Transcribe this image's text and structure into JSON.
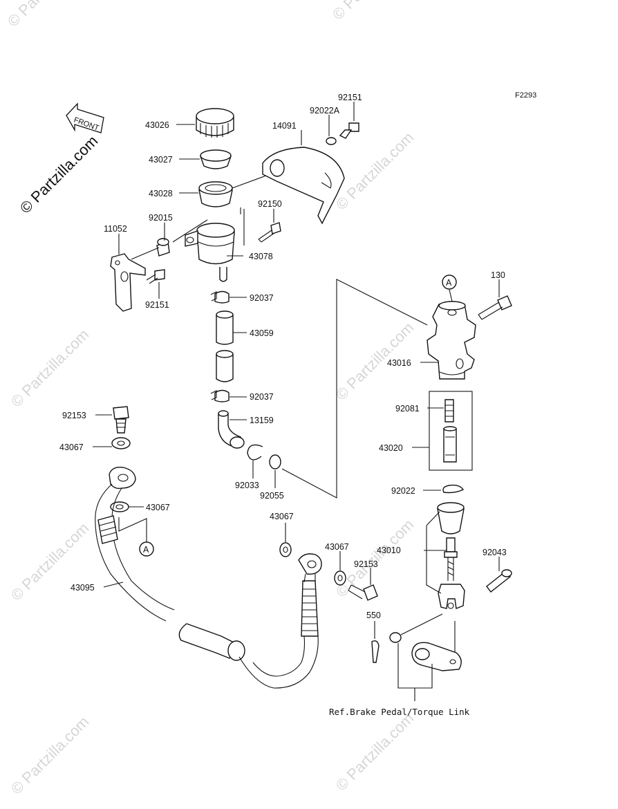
{
  "figure_code": "F2293",
  "brand_watermark": "© Partzilla.com",
  "front_label": "FRONT",
  "reference_note": "Ref.Brake Pedal/Torque Link",
  "callout_letter": "A",
  "parts": {
    "p43026": "43026",
    "p43027": "43027",
    "p43028": "43028",
    "p14091": "14091",
    "p92022A": "92022A",
    "p92151_top": "92151",
    "p92150": "92150",
    "p11052": "11052",
    "p92015": "92015",
    "p43078": "43078",
    "p92151_left": "92151",
    "p92037_top": "92037",
    "p43059": "43059",
    "p92037_bottom": "92037",
    "p13159": "13159",
    "p92033": "92033",
    "p92055": "92055",
    "p130": "130",
    "p43016": "43016",
    "p92081": "92081",
    "p43020": "43020",
    "p92022": "92022",
    "p43010": "43010",
    "p92043": "92043",
    "p92153_left": "92153",
    "p43067_a": "43067",
    "p43067_b": "43067",
    "p43067_c": "43067",
    "p43067_d": "43067",
    "p92153_right": "92153",
    "p550": "550",
    "p43095": "43095"
  },
  "colors": {
    "line": "#111111",
    "watermark": "#d6d6d6",
    "background": "#ffffff"
  }
}
